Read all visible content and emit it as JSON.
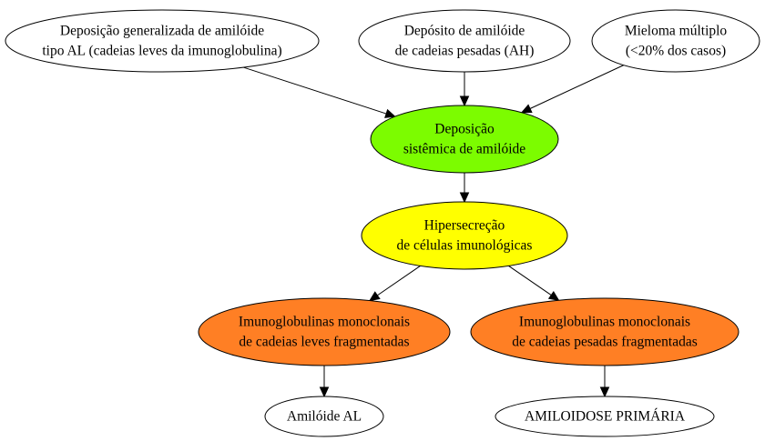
{
  "nodes": [
    {
      "id": "al",
      "lines": [
        "Deposição generalizada de amilóide",
        "tipo AL (cadeias leves da imunoglobulina)"
      ],
      "fill": "#ffffff"
    },
    {
      "id": "ah",
      "lines": [
        "Depósito de amilóide",
        "de cadeias pesadas (AH)"
      ],
      "fill": "#ffffff"
    },
    {
      "id": "mieloma",
      "lines": [
        "Mieloma múltiplo",
        "(<20% dos casos)"
      ],
      "fill": "#ffffff"
    },
    {
      "id": "deposicao",
      "lines": [
        "Deposição",
        "sistêmica de amilóide"
      ],
      "fill": "#7cfc00"
    },
    {
      "id": "hiper",
      "lines": [
        "Hipersecreção",
        "de células imunológicas"
      ],
      "fill": "#ffff00"
    },
    {
      "id": "imuno-leves",
      "lines": [
        "Imunoglobulinas monoclonais",
        "de cadeias leves fragmentadas"
      ],
      "fill": "#ff7f24"
    },
    {
      "id": "imuno-pesadas",
      "lines": [
        "Imunoglobulinas monoclonais",
        "de cadeias pesadas fragmentadas"
      ],
      "fill": "#ff7f24"
    },
    {
      "id": "amiloide-al",
      "lines": [
        "Amilóide AL"
      ],
      "fill": "#ffffff"
    },
    {
      "id": "amiloidose",
      "lines": [
        "AMILOIDOSE PRIMÁRIA"
      ],
      "fill": "#ffffff"
    }
  ],
  "edges": [
    {
      "from": "al",
      "to": "deposicao"
    },
    {
      "from": "ah",
      "to": "deposicao"
    },
    {
      "from": "mieloma",
      "to": "deposicao"
    },
    {
      "from": "deposicao",
      "to": "hiper"
    },
    {
      "from": "hiper",
      "to": "imuno-leves"
    },
    {
      "from": "hiper",
      "to": "imuno-pesadas"
    },
    {
      "from": "imuno-leves",
      "to": "amiloide-al"
    },
    {
      "from": "imuno-pesadas",
      "to": "amiloidose"
    }
  ]
}
